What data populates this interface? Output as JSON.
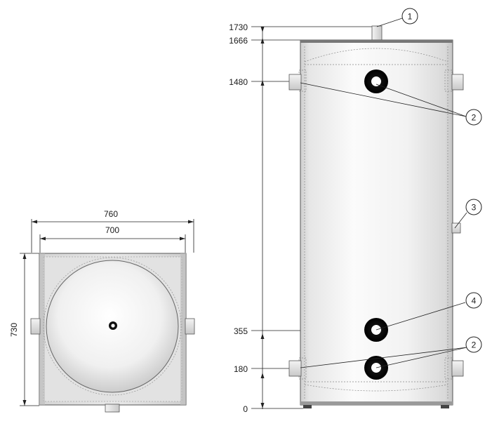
{
  "top_view": {
    "dims": {
      "outer_width": "760",
      "inner_width": "700",
      "depth": "730"
    }
  },
  "side_view": {
    "heights": {
      "h1730": "1730",
      "h1666": "1666",
      "h1480": "1480",
      "h355": "355",
      "h180": "180",
      "h0": "0"
    },
    "callouts": {
      "c1": "1",
      "c2a": "2",
      "c3": "3",
      "c4": "4",
      "c2b": "2"
    }
  }
}
